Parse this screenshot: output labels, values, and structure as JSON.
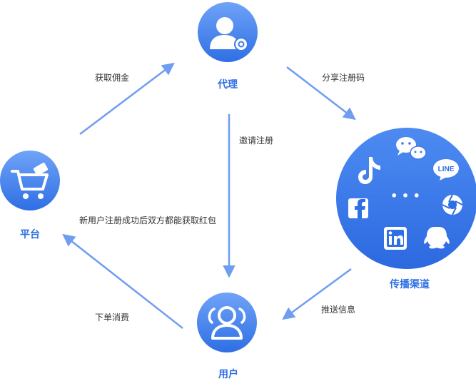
{
  "colors": {
    "node_gradient_top": "#6fa3f7",
    "node_gradient_bottom": "#2f6fe4",
    "arrow": "#6f9df0",
    "label": "#2f6fe4",
    "edge_text": "#333333"
  },
  "nodes": {
    "agent": {
      "label": "代理",
      "icon": "user-badge-icon"
    },
    "channels": {
      "label": "传播渠道",
      "icons": [
        "tiktok-icon",
        "wechat-icon",
        "line-icon",
        "facebook-icon",
        "more-dots-icon",
        "aperture-icon",
        "linkedin-icon",
        "qq-icon"
      ],
      "line_text": "LINE",
      "more_text": "• • •"
    },
    "platform": {
      "label": "平台",
      "icon": "shopping-cart-icon"
    },
    "user": {
      "label": "用户",
      "icon": "users-icon"
    }
  },
  "edges": {
    "platform_to_agent": "获取佣金",
    "agent_to_channels": "分享注册码",
    "agent_to_user": "邀请注册",
    "channels_to_user": "推送信息",
    "user_to_platform": "下单消费",
    "reward": "新用户注册成功后双方都能获取红包"
  }
}
